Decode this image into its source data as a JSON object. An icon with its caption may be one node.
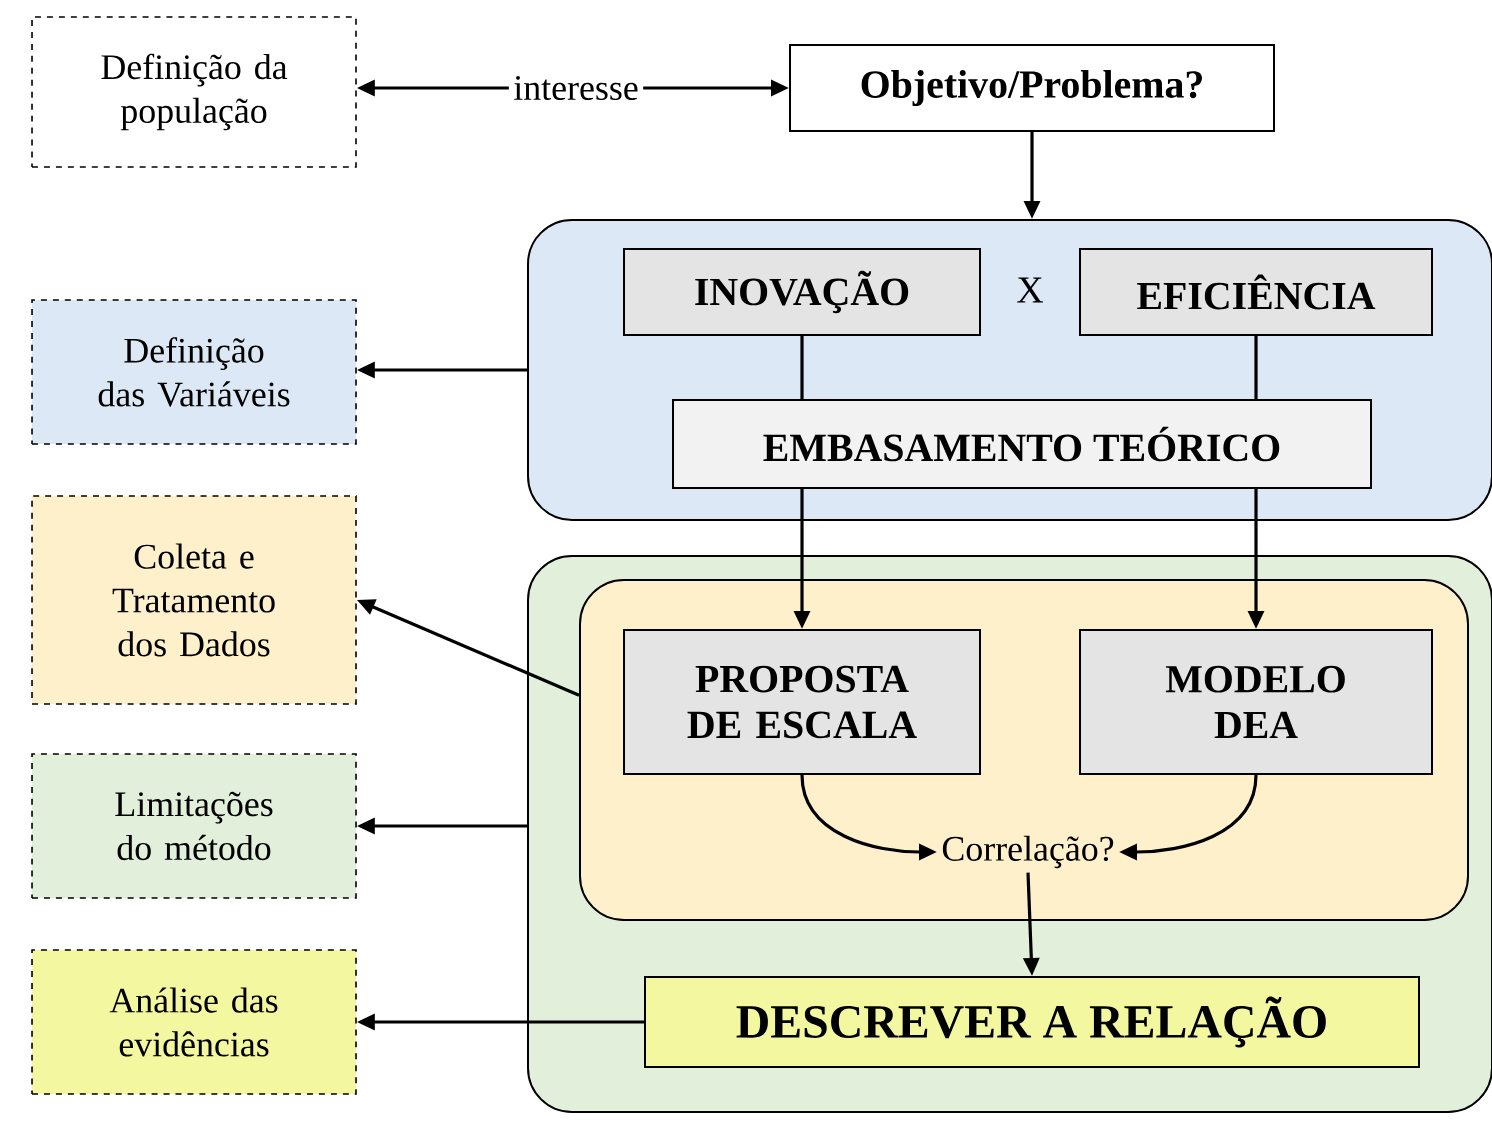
{
  "diagram": {
    "nodes": [
      {
        "text": [
          "Definição da população"
        ]
      },
      {
        "text": [
          "interesse"
        ]
      },
      {
        "text": [
          "Objetivo/Problema?"
        ]
      },
      {
        "text": [],
        "shape": "box"
      },
      {
        "text": [
          "INOVAÇÃO"
        ],
        "in": 3
      },
      {
        "text": [
          "EFICIÊNCIA"
        ],
        "in": 3
      },
      {
        "text": [
          "EMBASAMENTO TEÓRICO"
        ],
        "in": 3
      },
      {
        "text": [
          "Definição das Variáveis"
        ]
      },
      {
        "text": [],
        "shape": "box"
      },
      {
        "text": [],
        "shape": "box",
        "in": 8
      },
      {
        "text": [
          "PROPOSTA DE ESCALA"
        ],
        "in": 9
      },
      {
        "text": [
          "MODELO DEA"
        ],
        "in": 9
      },
      {
        "text": [
          "Correlação?"
        ],
        "in": 9
      },
      {
        "text": [
          "DESCREVER A RELAÇÃO"
        ],
        "in": 8
      },
      {
        "text": [
          "Coleta e Tratamento dos Dados"
        ]
      },
      {
        "text": [
          "Limitações do método"
        ]
      },
      {
        "text": [
          "Análise das evidências"
        ]
      }
    ],
    "edges": [
      {
        "from": 1,
        "to": 0,
        "arrow": "to"
      },
      {
        "from": 1,
        "to": 2,
        "arrow": "to"
      },
      {
        "from": 2,
        "to": 3,
        "arrow": "to"
      },
      {
        "from": 3,
        "to": 7,
        "arrow": "to"
      },
      {
        "from": 4,
        "to": 6,
        "arrow": "none"
      },
      {
        "from": 5,
        "to": 6,
        "arrow": "none"
      },
      {
        "from": 6,
        "to": 10,
        "arrow": "to"
      },
      {
        "from": 6,
        "to": 11,
        "arrow": "to"
      },
      {
        "from": 9,
        "to": 14,
        "arrow": "to"
      },
      {
        "from": 8,
        "to": 15,
        "arrow": "to"
      },
      {
        "from": 10,
        "to": 12,
        "arrow": "to"
      },
      {
        "from": 11,
        "to": 12,
        "arrow": "to"
      },
      {
        "from": 12,
        "to": 13,
        "arrow": "to"
      },
      {
        "from": 13,
        "to": 16,
        "arrow": "to"
      }
    ],
    "labels": [
      "X"
    ]
  }
}
